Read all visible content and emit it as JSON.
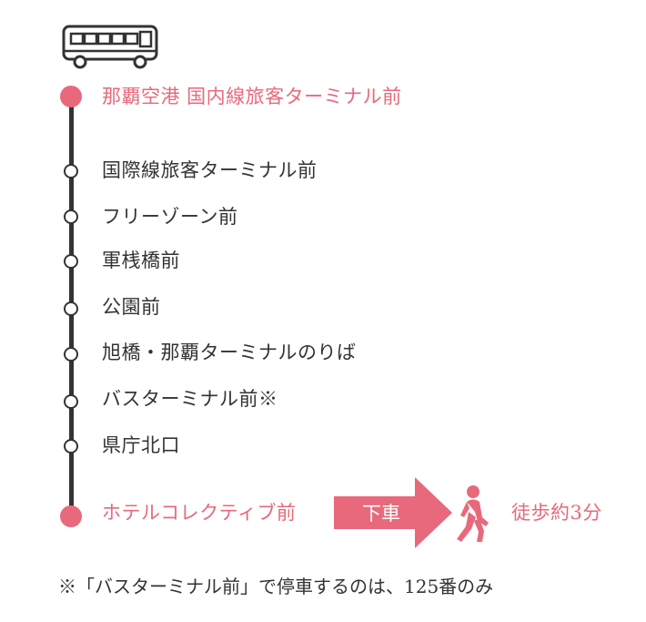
{
  "icons": {
    "bus": "bus-icon",
    "walk": "walking-person-icon",
    "arrow": "arrow-right-icon"
  },
  "colors": {
    "accent": "#e8697b",
    "line": "#333333",
    "text": "#333333"
  },
  "route": {
    "origin": "那覇空港 国内線旅客ターミナル前",
    "stops": [
      "国際線旅客ターミナル前",
      "フリーゾーン前",
      "軍桟橋前",
      "公園前",
      "旭橋・那覇ターミナルのりば",
      "バスターミナル前※",
      "県庁北口"
    ],
    "destination": "ホテルコレクティブ前"
  },
  "alight": {
    "label": "下車"
  },
  "walk": {
    "label": "徒歩約3分"
  },
  "note": "※「バスターミナル前」で停車するのは、125番のみ"
}
